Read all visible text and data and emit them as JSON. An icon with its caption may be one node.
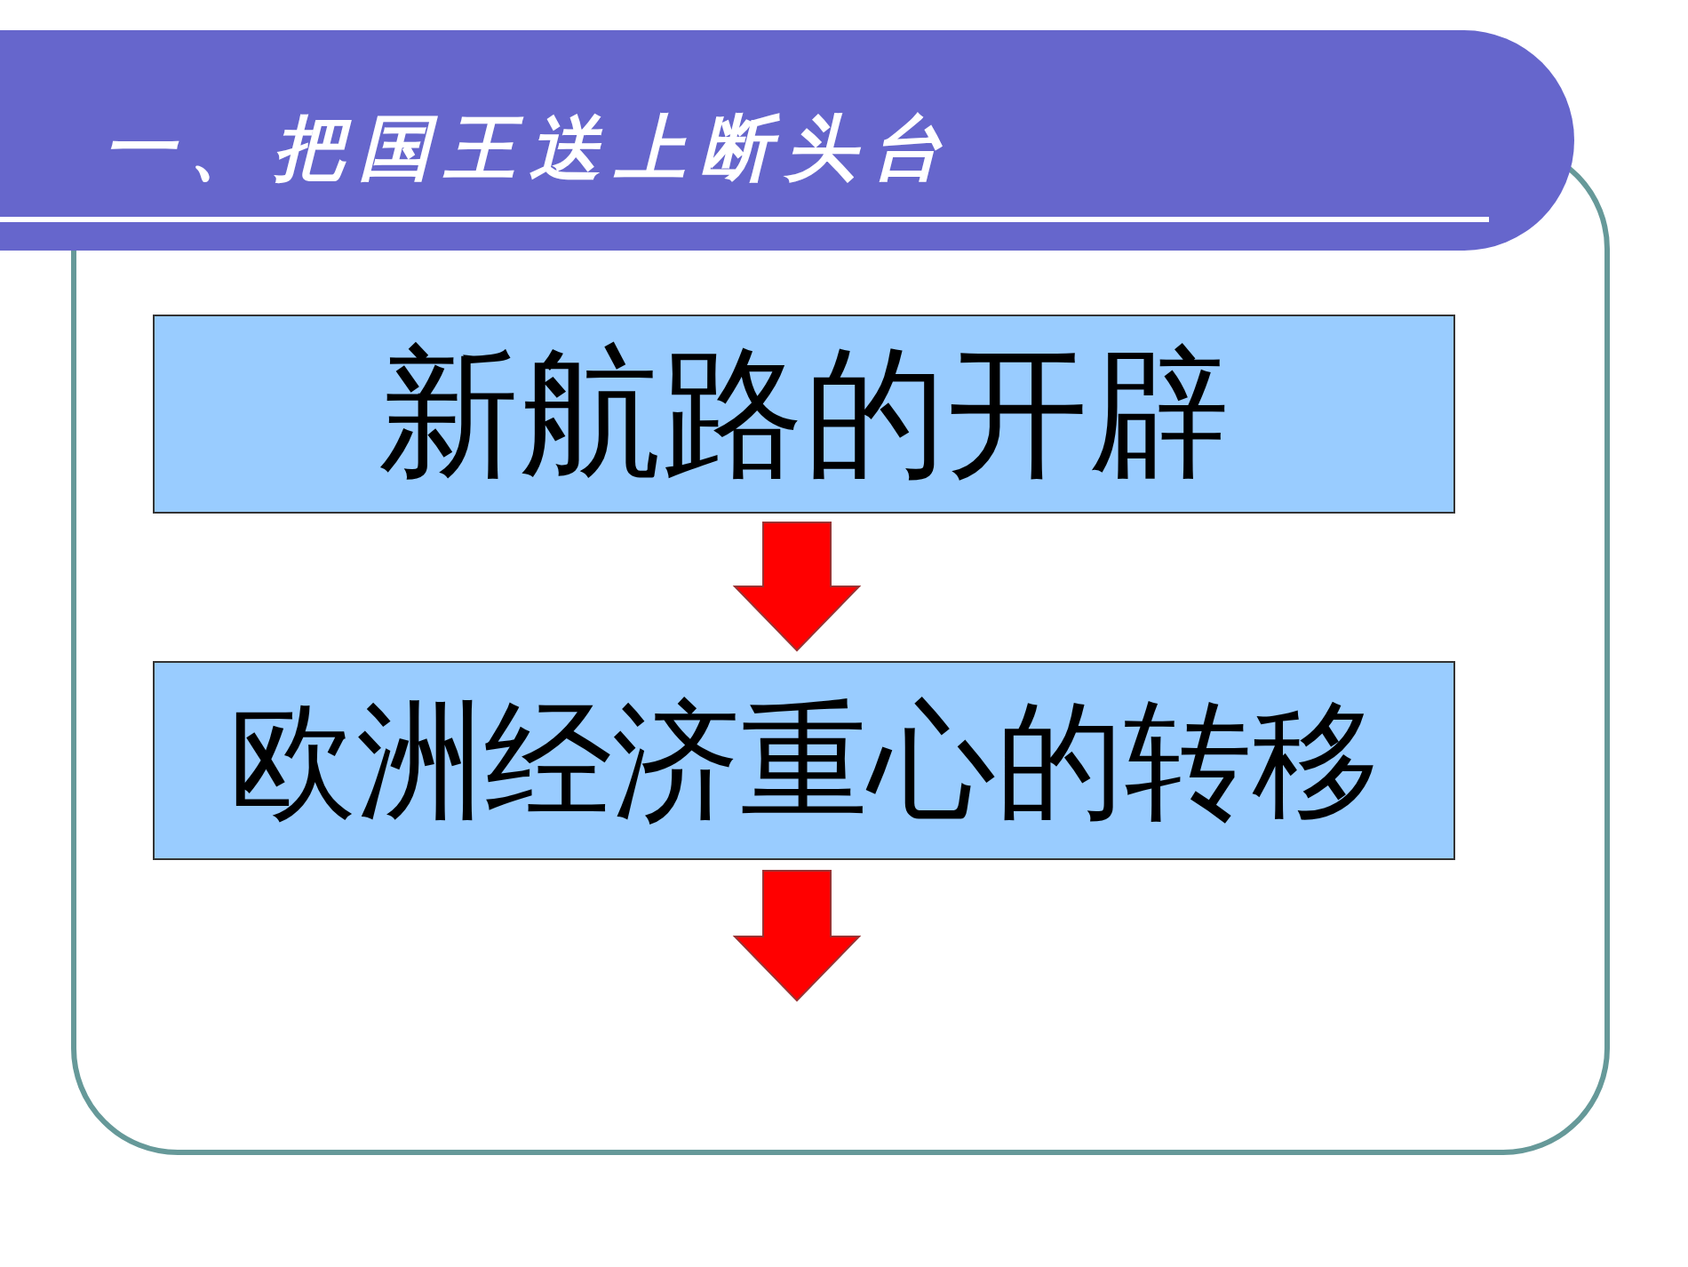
{
  "diagram": {
    "title": "一、把国王送上断头台",
    "nodes": [
      {
        "text": [
          "新航路的开辟"
        ]
      },
      {
        "text": [
          "欧洲经济重心的转移"
        ]
      }
    ],
    "edges": [
      {
        "from": 0,
        "to": 1,
        "arrow": "to"
      },
      {
        "from": 1,
        "to": null,
        "arrow": "to"
      }
    ]
  }
}
